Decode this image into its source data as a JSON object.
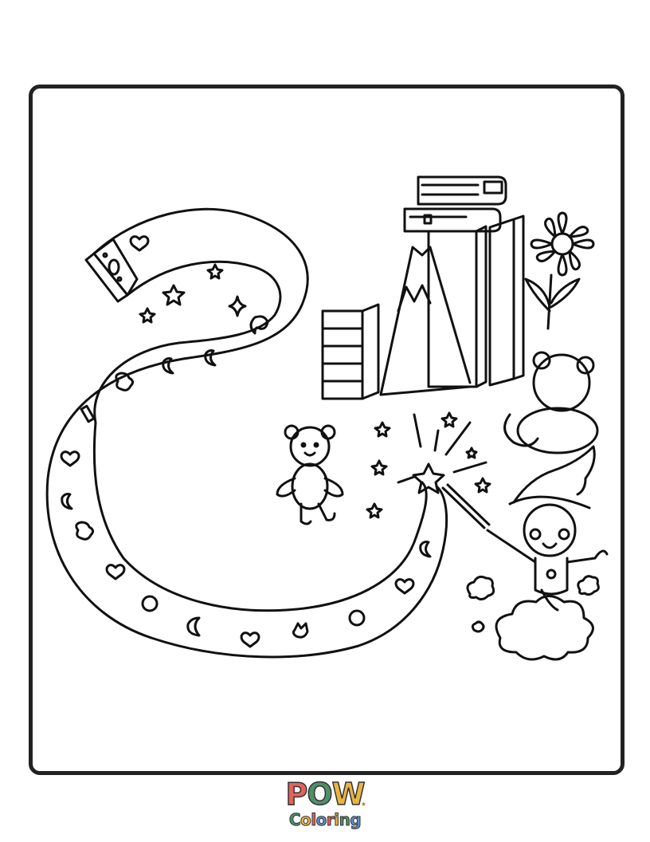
{
  "page": {
    "type": "coloring-page",
    "frame": {
      "stroke_color": "#222222"
    },
    "illustration": {
      "elements": [
        "measuring-tape",
        "stars",
        "book-stack-small",
        "book-stack-top",
        "mountain",
        "rulers",
        "flower",
        "teddy-bear-sitting",
        "teddy-bear-standing",
        "magic-wand",
        "wizard-boy",
        "cloud"
      ]
    }
  },
  "logo": {
    "pow": [
      {
        "char": "P",
        "color": "#e4625a"
      },
      {
        "char": "O",
        "color": "#4f8f6a"
      },
      {
        "char": "W",
        "color": "#eab440"
      }
    ],
    "coloring": [
      {
        "char": "C",
        "color": "#4f8f6a"
      },
      {
        "char": "o",
        "color": "#eab440"
      },
      {
        "char": "l",
        "color": "#e4625a"
      },
      {
        "char": "o",
        "color": "#5b8fc7"
      },
      {
        "char": "r",
        "color": "#e4625a"
      },
      {
        "char": "i",
        "color": "#eab440"
      },
      {
        "char": "n",
        "color": "#4f8f6a"
      },
      {
        "char": "g",
        "color": "#5b8fc7"
      }
    ],
    "star": "★"
  }
}
